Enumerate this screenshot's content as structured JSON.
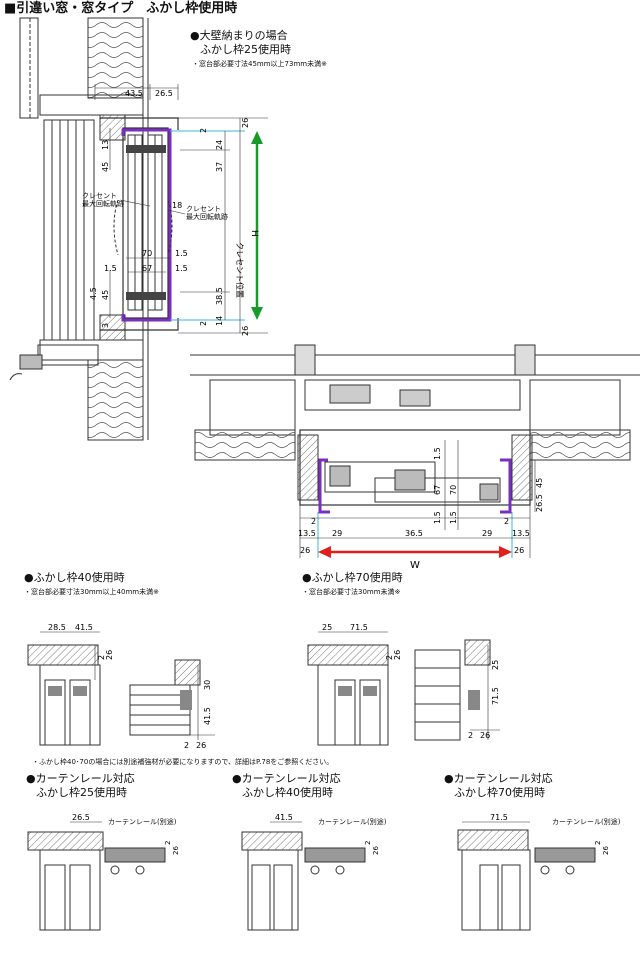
{
  "title": "■引違い窓・窓タイプ　ふかし枠使用時",
  "top": {
    "heading1": "●大壁納まりの場合",
    "heading2": "ふかし枠25使用時",
    "note": "・窓台部必要寸法45mm以上73mm未満※",
    "dims": {
      "d43_5": "43.5",
      "d26_5": "26.5",
      "d2a": "2",
      "d26a": "26",
      "d13": "13",
      "d24": "24",
      "d37": "37",
      "d45a": "45",
      "d18": "18",
      "dH": "H",
      "d70": "70",
      "d1_5a": "1.5",
      "d67": "67",
      "d1_5b": "1.5",
      "d1_5c": "1.5",
      "d4_5": "4.5",
      "d45b": "45",
      "d38_5": "38.5",
      "d3": "3",
      "d14": "14",
      "d2b": "2",
      "d26b": "26"
    },
    "labels": {
      "crescent_left": "クレセント\n最大回転軌跡",
      "crescent_right": "クレセント\n最大回転軌跡",
      "crescent_pos": "クレセント位置"
    }
  },
  "plan": {
    "dims": {
      "p1_5a": "1.5",
      "p67": "67",
      "p70": "70",
      "p1_5b": "1.5",
      "p1_5c": "1.5",
      "p45": "45",
      "p26_5": "26.5",
      "p2a": "2",
      "p2b": "2",
      "p13_5a": "13.5",
      "p29a": "29",
      "p36_5": "36.5",
      "p29b": "29",
      "p13_5b": "13.5",
      "p26a": "26",
      "pW": "W",
      "p26b": "26"
    }
  },
  "f40": {
    "heading": "●ふかし枠40使用時",
    "note": "・窓台部必要寸法30mm以上40mm未満※",
    "dims": {
      "d28_5": "28.5",
      "d41_5": "41.5",
      "d2a": "2",
      "d26a": "26",
      "d30": "30",
      "d41_5v": "41.5",
      "d2b": "2",
      "d26b": "26"
    }
  },
  "f70": {
    "heading": "●ふかし枠70使用時",
    "note": "・窓台部必要寸法30mm未満※",
    "dims": {
      "d25": "25",
      "d71_5": "71.5",
      "d2a": "2",
      "d26a": "26",
      "d25v": "25",
      "d71_5v": "71.5",
      "d2b": "2",
      "d26b": "26"
    }
  },
  "footnote": "・ふかし枠40･70の場合には別途補強材が必要になりますので、詳細はP.78をご参照ください。",
  "curtain": [
    {
      "heading1": "●カーテンレール対応",
      "heading2": "ふかし枠25使用時",
      "dim": "26.5",
      "label": "カーテンレール(別途)",
      "d2": "2",
      "d26": "26"
    },
    {
      "heading1": "●カーテンレール対応",
      "heading2": "ふかし枠40使用時",
      "dim": "41.5",
      "label": "カーテンレール(別途)",
      "d2": "2",
      "d26": "26"
    },
    {
      "heading1": "●カーテンレール対応",
      "heading2": "ふかし枠70使用時",
      "dim": "71.5",
      "label": "カーテンレール(別途)",
      "d2": "2",
      "d26": "26"
    }
  ],
  "colors": {
    "frame_purple": "#7b2fbe",
    "dim_green": "#1a9a2a",
    "dim_red": "#e0201c",
    "guide_cyan": "#3ab8d8"
  }
}
